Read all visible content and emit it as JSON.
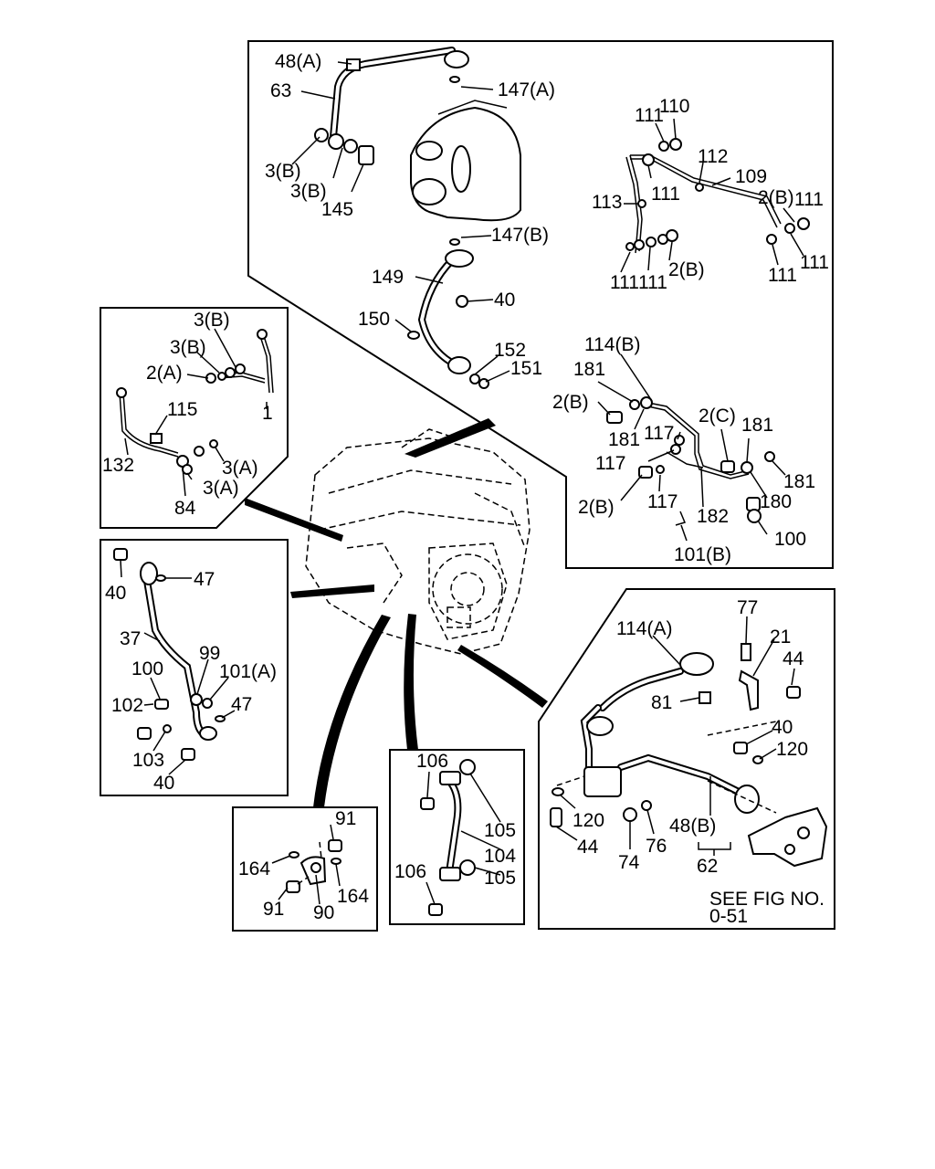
{
  "figure": {
    "reference_note": [
      "SEE FIG NO.",
      "0-51"
    ]
  },
  "callouts": {
    "turbo": [
      "48(A)",
      "63",
      "147(A)",
      "3(B)",
      "3(B)",
      "145",
      "147(B)",
      "149",
      "40",
      "150",
      "152",
      "151"
    ],
    "oil_feed": [
      "111",
      "110",
      "112",
      "109",
      "113",
      "111",
      "2(B)",
      "111",
      "111",
      "111",
      "2(B)",
      "111",
      "111"
    ],
    "water_pipe": [
      "114(B)",
      "181",
      "2(B)",
      "181",
      "117",
      "2(C)",
      "181",
      "117",
      "181",
      "180",
      "117",
      "2(B)",
      "182",
      "100",
      "101(B)"
    ],
    "left_pipe": [
      "3(B)",
      "3(B)",
      "2(A)",
      "1",
      "115",
      "132",
      "3(A)",
      "3(A)",
      "84"
    ],
    "return_pipe": [
      "40",
      "47",
      "37",
      "99",
      "100",
      "101(A)",
      "102",
      "47",
      "103",
      "40"
    ],
    "small_bracket": [
      "91",
      "164",
      "91",
      "90",
      "164"
    ],
    "hose": [
      "106",
      "105",
      "104",
      "106",
      "105"
    ],
    "egr_pipe": [
      "77",
      "114(A)",
      "21",
      "44",
      "81",
      "40",
      "120",
      "120",
      "48(B)",
      "44",
      "74",
      "76",
      "62"
    ]
  }
}
